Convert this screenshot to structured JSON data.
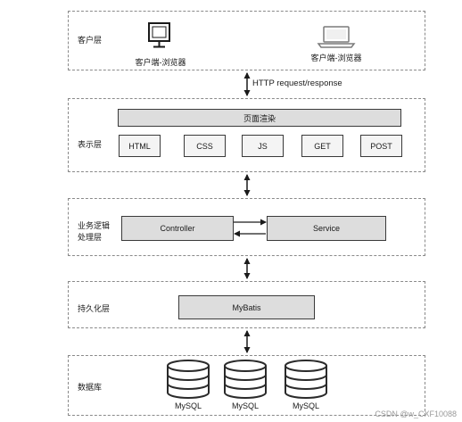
{
  "client_layer": {
    "label": "客户层",
    "devices": [
      {
        "icon": "desktop-monitor-icon",
        "caption": "客户端-浏览器"
      },
      {
        "icon": "laptop-icon",
        "caption": "客户端-浏览器"
      }
    ]
  },
  "http_label": "HTTP request/response",
  "presentation_layer": {
    "label": "表示层",
    "render_box": "页面渲染",
    "techs": [
      "HTML",
      "CSS",
      "JS",
      "GET",
      "POST"
    ]
  },
  "business_layer": {
    "label_line1": "业务逻辑",
    "label_line2": "处理层",
    "controller": "Controller",
    "service": "Service"
  },
  "persistence_layer": {
    "label": "持久化层",
    "mybatis": "MyBatis"
  },
  "data_layer": {
    "label": "数据库",
    "databases": [
      "MySQL",
      "MySQL",
      "MySQL"
    ]
  },
  "watermark": "CSDN @w_CXF10088",
  "colors": {
    "box_fill": "#dddddd",
    "border": "#3a3a3a",
    "dashed": "#8a8a8a"
  }
}
